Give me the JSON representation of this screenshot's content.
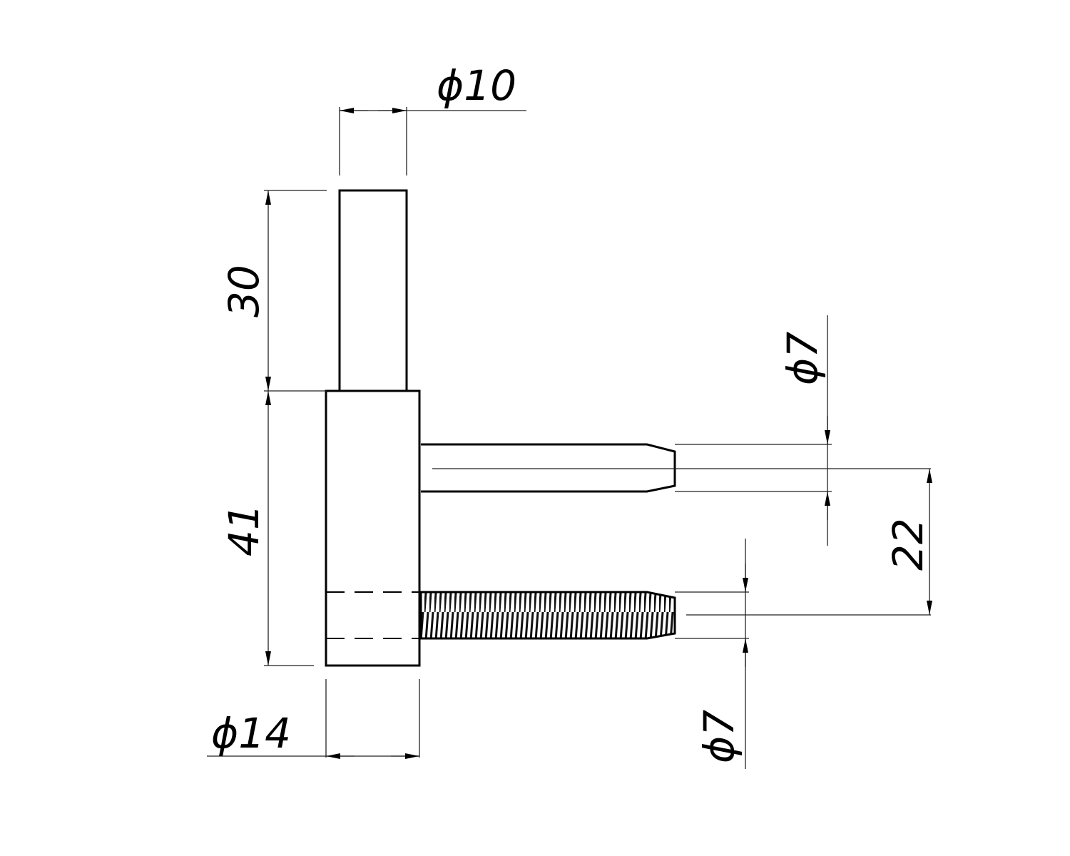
{
  "drawing": {
    "dimensions": {
      "pin_diameter": "ϕ10",
      "pin_length": "30",
      "body_length": "41",
      "body_diameter": "ϕ14",
      "upper_peg_diameter": "ϕ7",
      "peg_spacing": "22",
      "threaded_peg_diameter": "ϕ7"
    },
    "colors": {
      "line": "#000000",
      "background": "#ffffff"
    }
  }
}
